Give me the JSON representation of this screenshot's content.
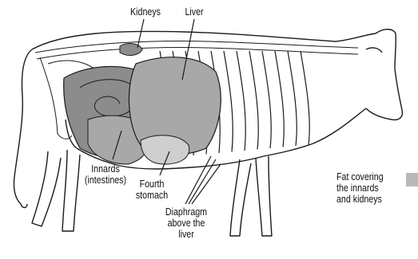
{
  "labels": {
    "kidneys": "Kidneys",
    "liver": "Liver",
    "innards_line1": "Innards",
    "innards_line2": "(intestines)",
    "fourth_stomach_line1": "Fourth",
    "fourth_stomach_line2": "stomach",
    "diaphragm_line1": "Diaphragm",
    "diaphragm_line2": "above the",
    "diaphragm_line3": "liver",
    "fat_line1": "Fat covering",
    "fat_line2": "the innards",
    "fat_line3": "and kidneys"
  },
  "colors": {
    "outline": "#1a1a1a",
    "dark_organ": "#8c8c8c",
    "mid_organ": "#a8a8a8",
    "light_organ": "#cfcfcf",
    "side_mark": "#b9b9b9"
  }
}
